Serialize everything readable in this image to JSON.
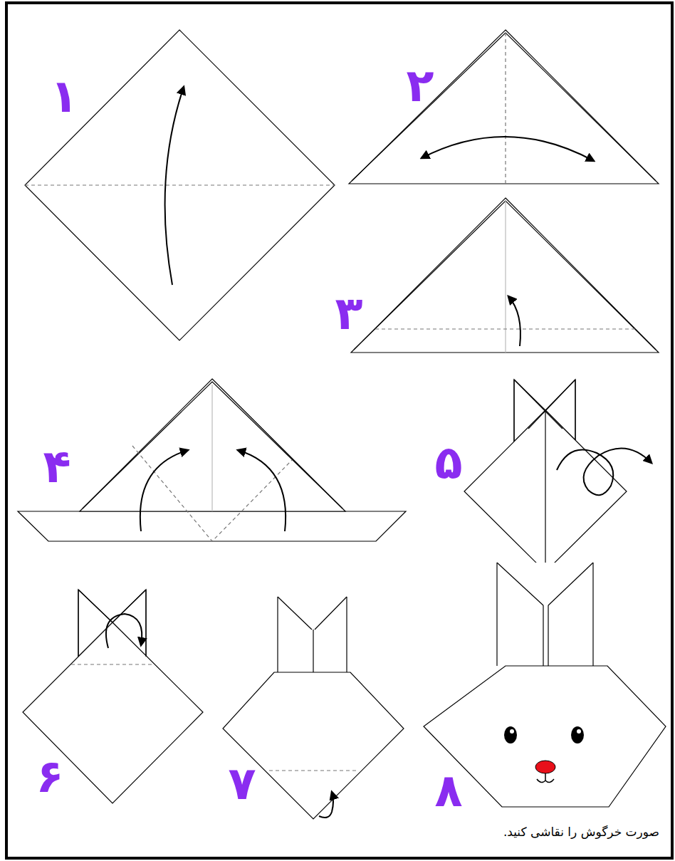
{
  "diagram": {
    "caption": "صورت خرگوش را نقاشی کنید.",
    "labels": [
      "۱",
      "۲",
      "۳",
      "۴",
      "۵",
      "۶",
      "۷",
      "۸"
    ]
  }
}
